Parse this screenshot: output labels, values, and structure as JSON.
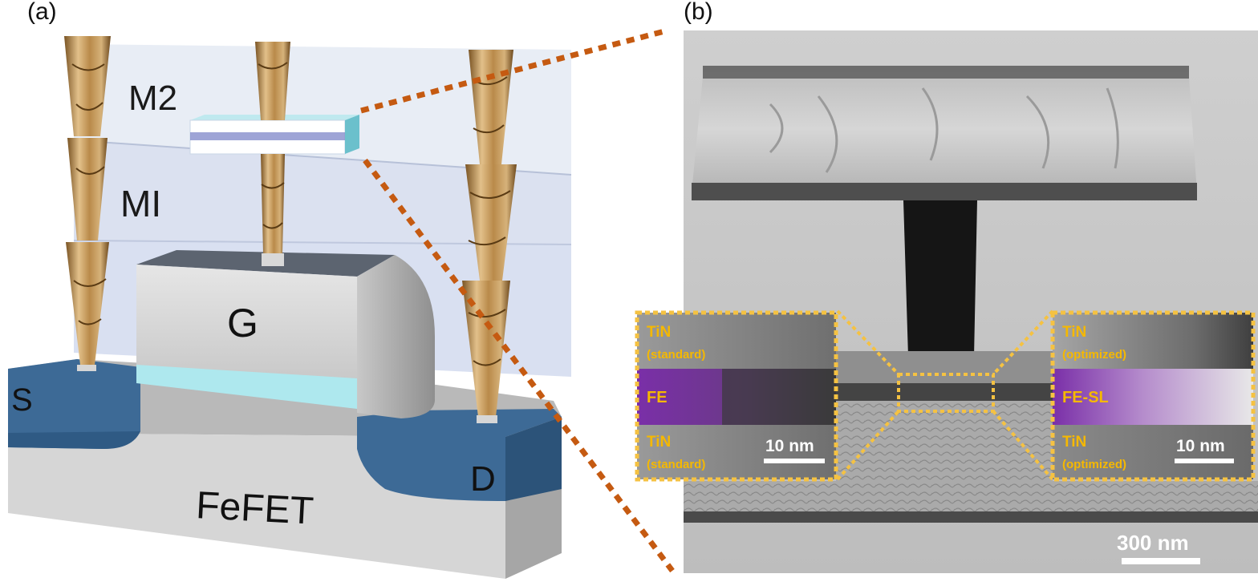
{
  "panels": {
    "a": {
      "label": "(a)",
      "layers": {
        "m2": "M2",
        "m1": "MI"
      },
      "gate": "G",
      "source": "S",
      "drain": "D",
      "device": "FeFET"
    },
    "b": {
      "label": "(b)",
      "scale_bar_main": "300 nm",
      "inset_left": {
        "top_material": "TiN",
        "top_note": "(standard)",
        "mid_material": "FE",
        "bottom_material": "TiN",
        "bottom_note": "(standard)",
        "scale_bar": "10 nm"
      },
      "inset_right": {
        "top_material": "TiN",
        "top_note": "(optimized)",
        "mid_material": "FE-SL",
        "bottom_material": "TiN",
        "bottom_note": "(optimized)",
        "scale_bar": "10 nm"
      }
    }
  },
  "colors": {
    "connector_dash": "#c55a11",
    "inset_border": "#f5c242",
    "inset_text": "#f5b800",
    "fe_purple": "#7a2fa8",
    "source_drain": "#3d6a96",
    "gate_dielectric": "#aee8ee"
  }
}
